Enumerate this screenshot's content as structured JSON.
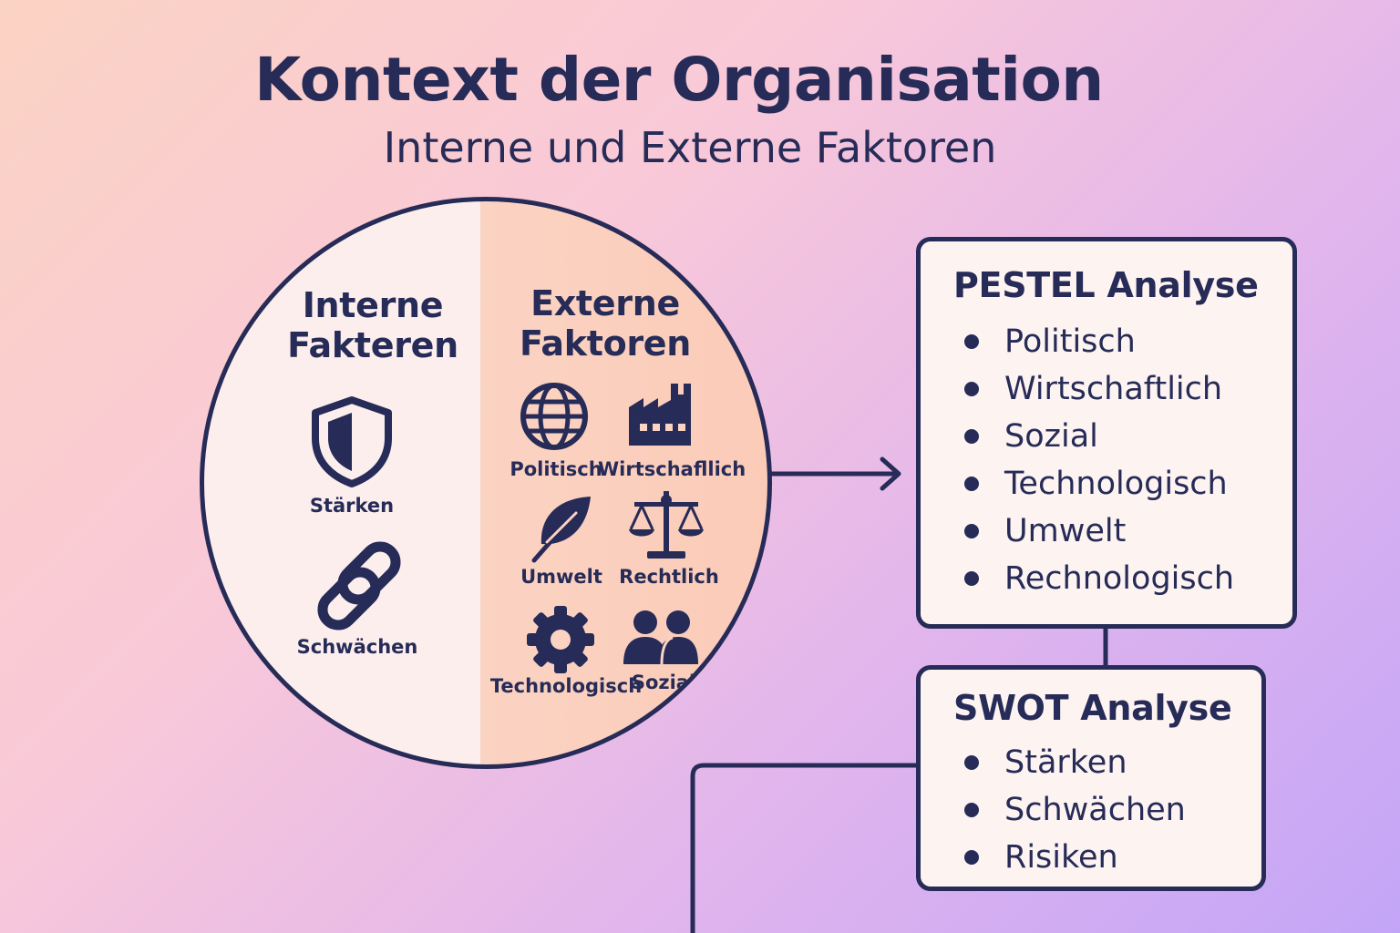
{
  "title": "Kontext der Organisation",
  "subtitle": "Interne und Externe Faktoren",
  "circle": {
    "internal": {
      "heading_line1": "Interne",
      "heading_line2": "Fakteren",
      "items": [
        {
          "label": "Stärken",
          "icon": "shield-icon"
        },
        {
          "label": "Schwächen",
          "icon": "chain-link-icon"
        }
      ]
    },
    "external": {
      "heading_line1": "Externe",
      "heading_line2": "Faktoren",
      "items": [
        {
          "label": "Politisch",
          "icon": "globe-icon"
        },
        {
          "label": "Wirtschafllich",
          "icon": "factory-icon"
        },
        {
          "label": "Umwelt",
          "icon": "leaf-icon"
        },
        {
          "label": "Rechtlich",
          "icon": "scales-icon"
        },
        {
          "label": "Technologisch",
          "icon": "gear-icon"
        },
        {
          "label": "Sozial",
          "icon": "people-icon"
        }
      ]
    }
  },
  "pestel": {
    "title": "PESTEL Analyse",
    "items": [
      "Politisch",
      "Wirtschaftlich",
      "Sozial",
      "Technologisch",
      "Umwelt",
      "Rechnologisch"
    ]
  },
  "swot": {
    "title": "SWOT Analyse",
    "items": [
      "Stärken",
      "Schwächen",
      "Risiken"
    ]
  },
  "colors": {
    "ink": "#262b57",
    "internal_half": "#fbeeec",
    "external_half": "#fbd3c3",
    "box_fill": "#fdf3f1"
  }
}
